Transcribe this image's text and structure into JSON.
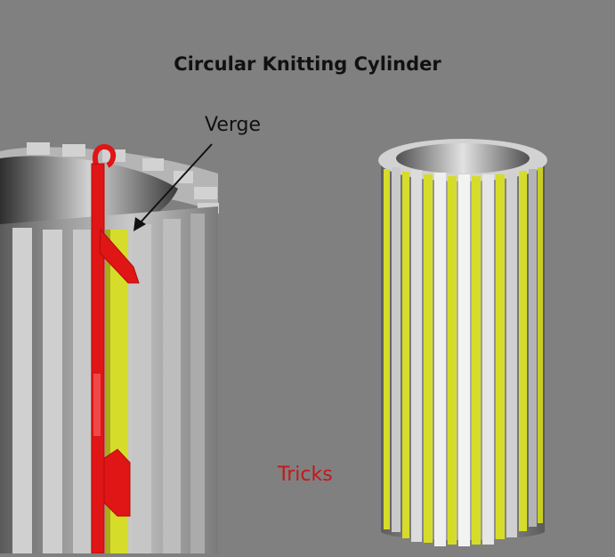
{
  "diagram": {
    "title": "Circular Knitting Cylinder",
    "labels": {
      "verge": "Verge",
      "tricks": "Tricks"
    },
    "colors": {
      "background": "#808080",
      "needle": "#e01515",
      "trick": "#d6dc2a",
      "verge_label": "#111111",
      "tricks_label": "#c41818"
    },
    "objects": [
      "large-cylinder-cutaway-with-needle",
      "small-cylinder-with-tricks"
    ]
  }
}
